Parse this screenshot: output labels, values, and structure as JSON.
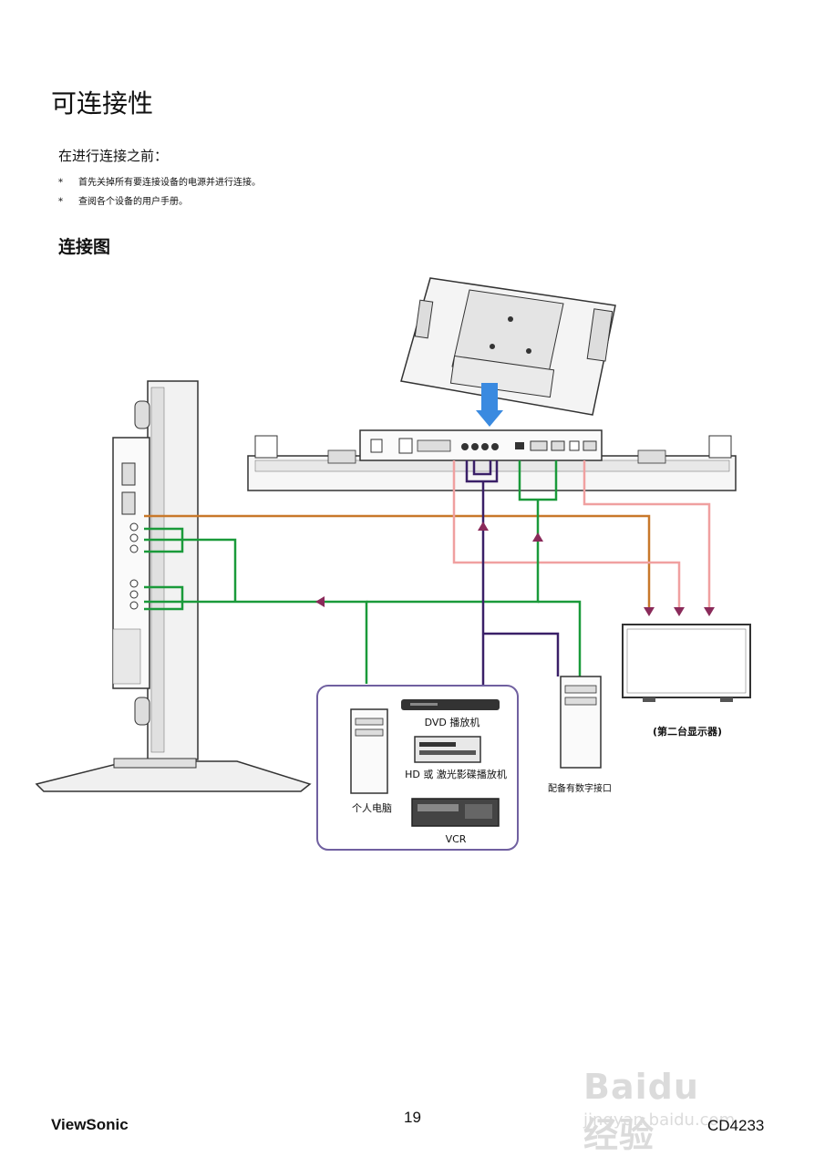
{
  "page": {
    "title": "可连接性",
    "before_connect_title": "在进行连接之前：",
    "notes": [
      {
        "bullet": "*",
        "text": "首先关掉所有要连接设备的电源并进行连接。"
      },
      {
        "bullet": "*",
        "text": "查阅各个设备的用户手册。"
      }
    ],
    "diagram_title": "连接图"
  },
  "diagram": {
    "labels": {
      "dvd": "DVD 播放机",
      "hd_laser": "HD 或 激光影碟播放机",
      "pc": "个人电脑",
      "vcr": "VCR",
      "digital_pc": "配备有数字接口",
      "second_monitor": "(第二台显示器)"
    },
    "colors": {
      "orange": "#c8782a",
      "pink": "#f0a0a0",
      "green": "#1a9a3a",
      "purple": "#3a2068",
      "arrow": "#8a2a5a",
      "blue": "#3a8ae0",
      "box_border": "#7060a0",
      "device": "#333333"
    }
  },
  "footer": {
    "brand": "ViewSonic",
    "page_number": "19",
    "model": "CD4233"
  },
  "watermark": {
    "logo": "Baidu经验",
    "url": "jingyan.baidu.com"
  }
}
